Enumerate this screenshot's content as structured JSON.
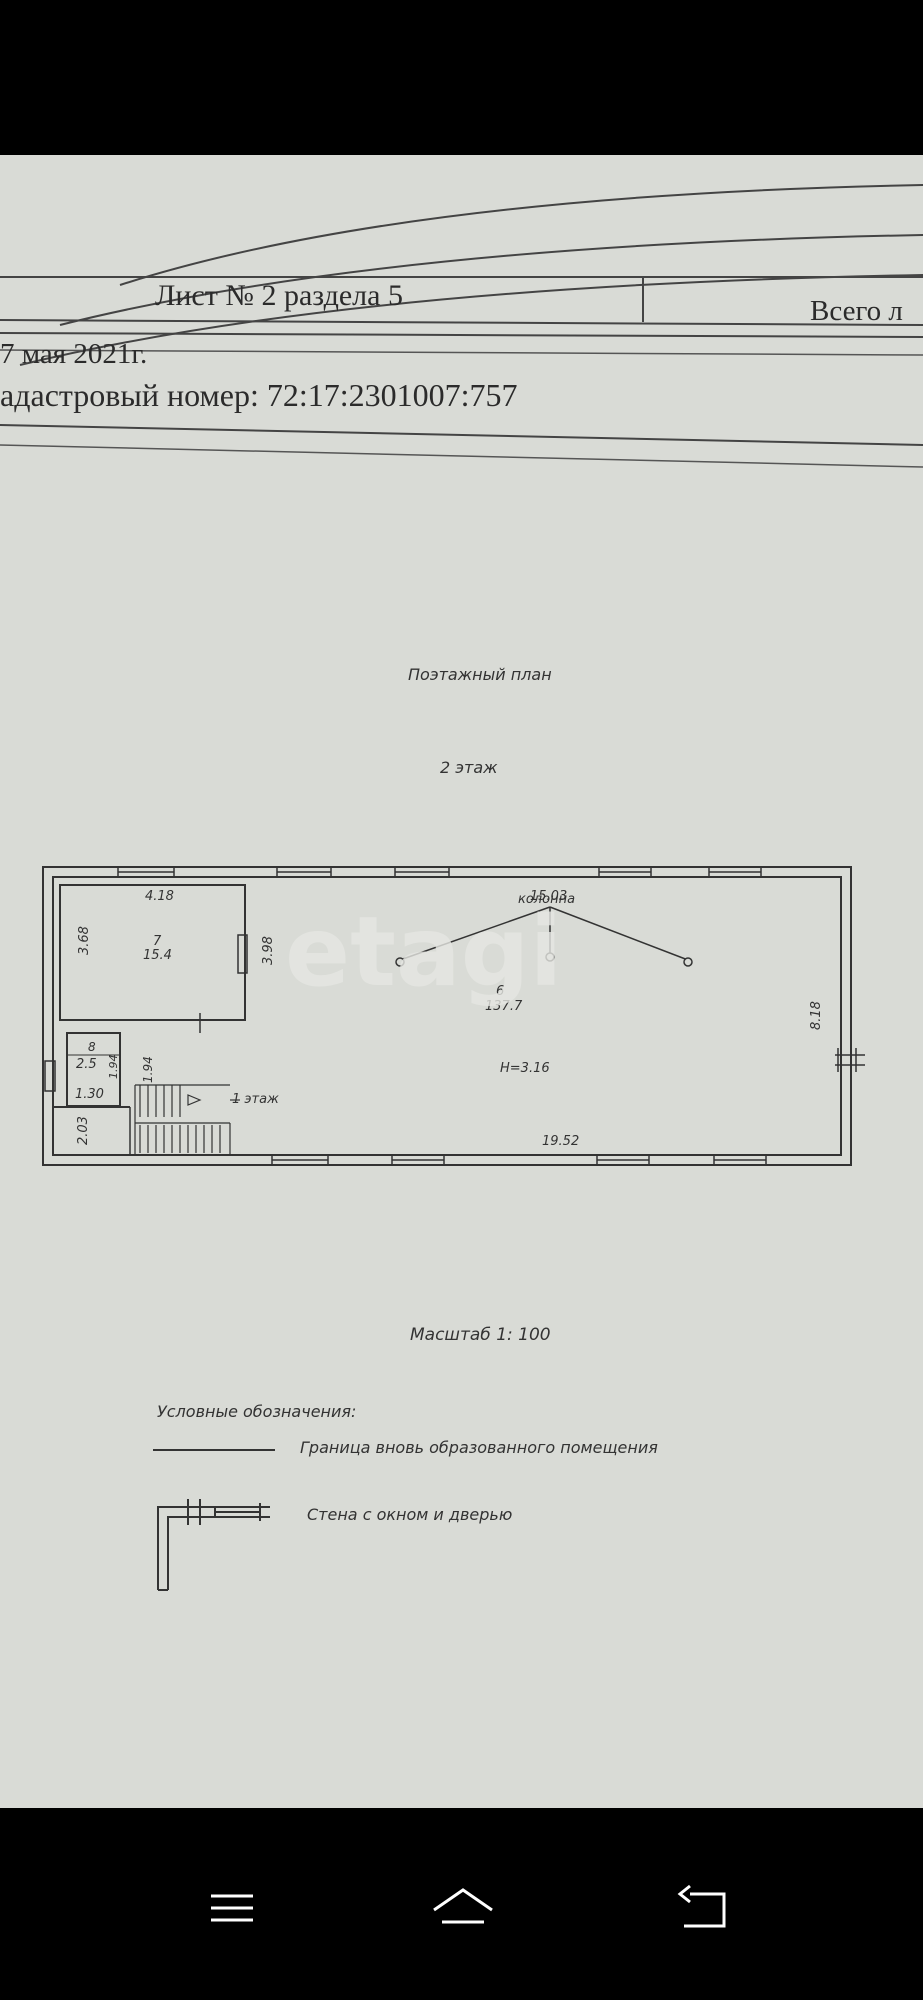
{
  "header": {
    "sheet_title": "Лист № 2 раздела 5",
    "total_label": "Всего л",
    "date": "7 мая 2021г.",
    "cadastral": "адастровый номер: 72:17:2301007:757"
  },
  "plan": {
    "title": "Поэтажный план",
    "floor": "2 этаж",
    "room7": {
      "num": "7",
      "area": "15.4"
    },
    "room6": {
      "num": "6",
      "area": "137.7"
    },
    "room8": {
      "num": "8",
      "area": "2.5"
    },
    "height": "H=3.16",
    "column_label": "колонна",
    "stair_label": "1 этаж",
    "dims": {
      "d418": "4.18",
      "d1503": "15.03",
      "d368": "3.68",
      "d398": "3.98",
      "d818": "8.18",
      "d194a": "1.94",
      "d194b": "1.94",
      "d130": "1.30",
      "d203": "2.03",
      "d1952": "19.52"
    },
    "scale": "Масштаб 1: 100"
  },
  "legend": {
    "title": "Условные обозначения:",
    "item1": "Граница вновь образованного помещения",
    "item2": "Стена с окном и дверью"
  },
  "watermark": "etagi",
  "nav": {
    "menu_icon": "menu-icon",
    "home_icon": "home-icon",
    "back_icon": "back-icon"
  }
}
